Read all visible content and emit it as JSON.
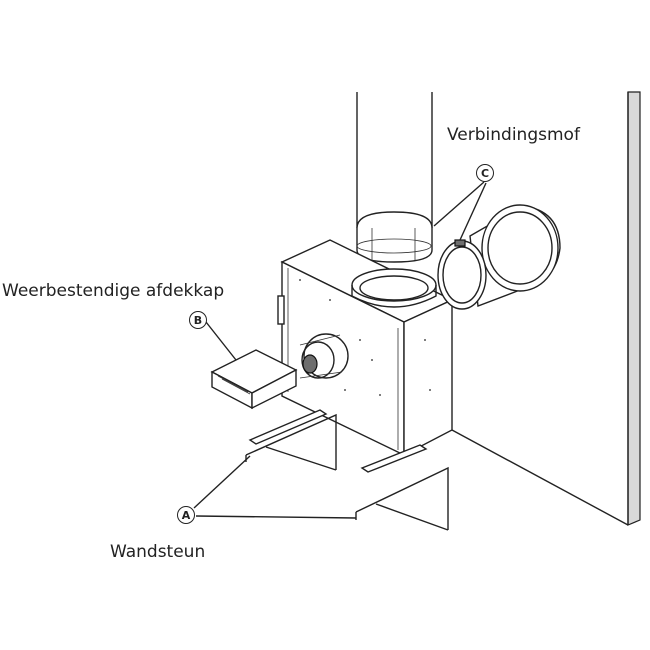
{
  "labels": {
    "verbindingsmof": "Verbindingsmof",
    "weerbestendige_afdekkap": "Weerbestendige afdekkap",
    "wandsteun": "Wandsteun"
  },
  "callouts": {
    "a": "A",
    "b": "B",
    "c": "C"
  },
  "colors": {
    "line": "#222222",
    "wall_shade": "#d9d9d9",
    "background": "#ffffff"
  }
}
